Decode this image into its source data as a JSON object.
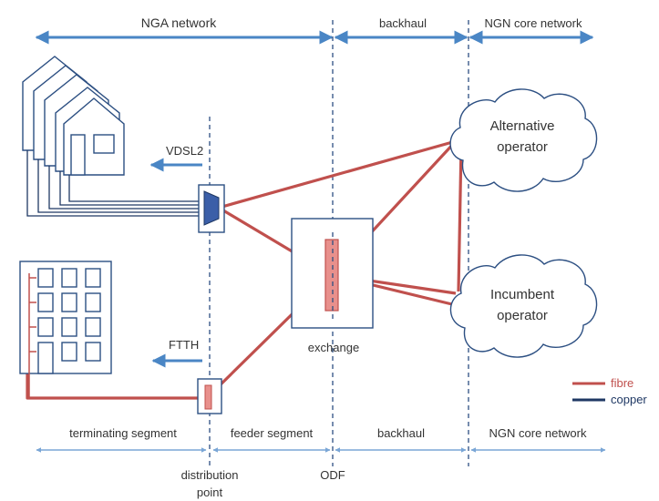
{
  "top_bar": {
    "nga": "NGA network",
    "backhaul": "backhaul",
    "core": "NGN core network"
  },
  "bottom_bar": {
    "terminating": "terminating segment",
    "feeder": "feeder segment",
    "backhaul": "backhaul",
    "core": "NGN core network"
  },
  "labels": {
    "vdsl2": "VDSL2",
    "ftth": "FTTH",
    "exchange": "exchange",
    "distribution_line1": "distribution",
    "distribution_line2": "point",
    "odf": "ODF"
  },
  "clouds": {
    "alternative_line1": "Alternative",
    "alternative_line2": "operator",
    "incumbent_line1": "Incumbent",
    "incumbent_line2": "operator"
  },
  "legend": {
    "fibre": "fibre",
    "copper": "copper"
  },
  "colors": {
    "fibre": "#c0504d",
    "copper": "#1f3864",
    "arrow": "#4a86c5",
    "outline": "#3a5a8a",
    "dsl_box": "#3b5fa8",
    "fibre_box": "#e8908c"
  }
}
